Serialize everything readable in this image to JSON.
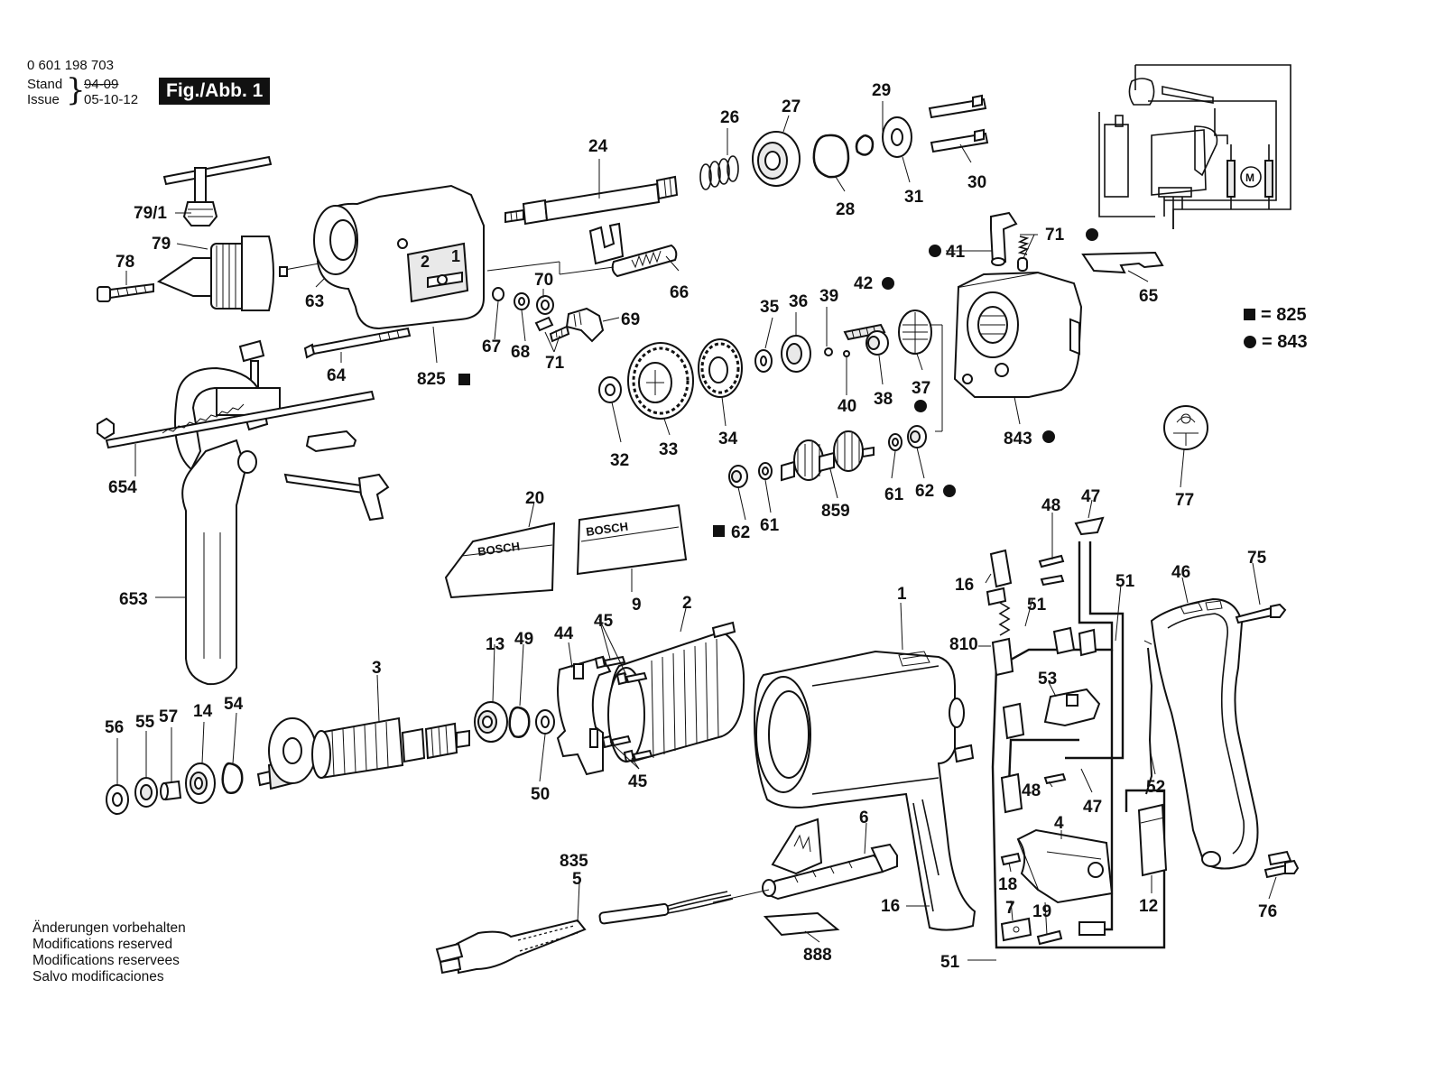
{
  "header": {
    "part_number": "0 601 198 703",
    "stand_label": "Stand",
    "issue_label": "Issue",
    "old_date": "94-09",
    "issue_date": "05-10-12",
    "figure_label": "Fig./Abb. 1"
  },
  "legend": {
    "square_text": "= 825",
    "circle_text": "= 843"
  },
  "brand_text": "BOSCH",
  "notes": [
    "Änderungen vorbehalten",
    "Modifications reserved",
    "Modifications reservees",
    "Salvo modificaciones"
  ],
  "callouts": [
    "79/1",
    "79",
    "78",
    "63",
    "24",
    "26",
    "27",
    "29",
    "28",
    "31",
    "30",
    "66",
    "70",
    "69",
    "67",
    "68",
    "71",
    "825",
    "64",
    "654",
    "653",
    "35",
    "36",
    "39",
    "42",
    "41",
    "71",
    "40",
    "38",
    "37",
    "65",
    "843",
    "77",
    "32",
    "33",
    "34",
    "62",
    "61",
    "859",
    "61",
    "62",
    "20",
    "9",
    "48",
    "47",
    "16",
    "51",
    "51",
    "46",
    "75",
    "810",
    "53",
    "1",
    "2",
    "45",
    "44",
    "49",
    "13",
    "3",
    "56",
    "55",
    "57",
    "14",
    "54",
    "50",
    "45",
    "48",
    "47",
    "52",
    "4",
    "18",
    "7",
    "19",
    "12",
    "76",
    "51",
    "6",
    "16",
    "835",
    "5",
    "888"
  ]
}
